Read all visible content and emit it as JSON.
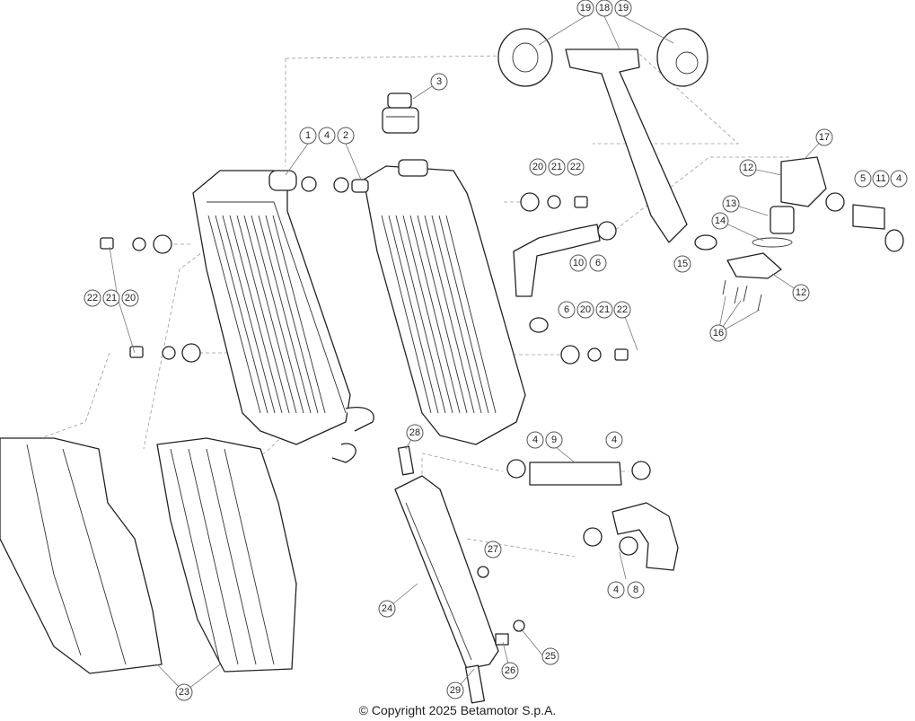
{
  "diagram": {
    "callouts": [
      {
        "id": "c19a",
        "label": "19"
      },
      {
        "id": "c18",
        "label": "18"
      },
      {
        "id": "c19b",
        "label": "19"
      },
      {
        "id": "c3",
        "label": "3"
      },
      {
        "id": "c17",
        "label": "17"
      },
      {
        "id": "c1",
        "label": "1"
      },
      {
        "id": "c4a",
        "label": "4"
      },
      {
        "id": "c2",
        "label": "2"
      },
      {
        "id": "c20a",
        "label": "20"
      },
      {
        "id": "c21a",
        "label": "21"
      },
      {
        "id": "c22a",
        "label": "22"
      },
      {
        "id": "c12a",
        "label": "12"
      },
      {
        "id": "c5",
        "label": "5"
      },
      {
        "id": "c11",
        "label": "11"
      },
      {
        "id": "c4b",
        "label": "4"
      },
      {
        "id": "c13",
        "label": "13"
      },
      {
        "id": "c14",
        "label": "14"
      },
      {
        "id": "c15",
        "label": "15"
      },
      {
        "id": "c10",
        "label": "10"
      },
      {
        "id": "c6a",
        "label": "6"
      },
      {
        "id": "c12b",
        "label": "12"
      },
      {
        "id": "c22b",
        "label": "22"
      },
      {
        "id": "c21b",
        "label": "21"
      },
      {
        "id": "c20b",
        "label": "20"
      },
      {
        "id": "c16",
        "label": "16"
      },
      {
        "id": "c6b",
        "label": "6"
      },
      {
        "id": "c20c",
        "label": "20"
      },
      {
        "id": "c21c",
        "label": "21"
      },
      {
        "id": "c22c",
        "label": "22"
      },
      {
        "id": "c28",
        "label": "28"
      },
      {
        "id": "c4c",
        "label": "4"
      },
      {
        "id": "c9",
        "label": "9"
      },
      {
        "id": "c4d",
        "label": "4"
      },
      {
        "id": "c27",
        "label": "27"
      },
      {
        "id": "c4e",
        "label": "4"
      },
      {
        "id": "c8",
        "label": "8"
      },
      {
        "id": "c24",
        "label": "24"
      },
      {
        "id": "c25",
        "label": "25"
      },
      {
        "id": "c26",
        "label": "26"
      },
      {
        "id": "c23",
        "label": "23"
      },
      {
        "id": "c29",
        "label": "29"
      }
    ]
  },
  "footer": {
    "copyright": "© Copyright 2025 Betamotor S.p.A."
  }
}
